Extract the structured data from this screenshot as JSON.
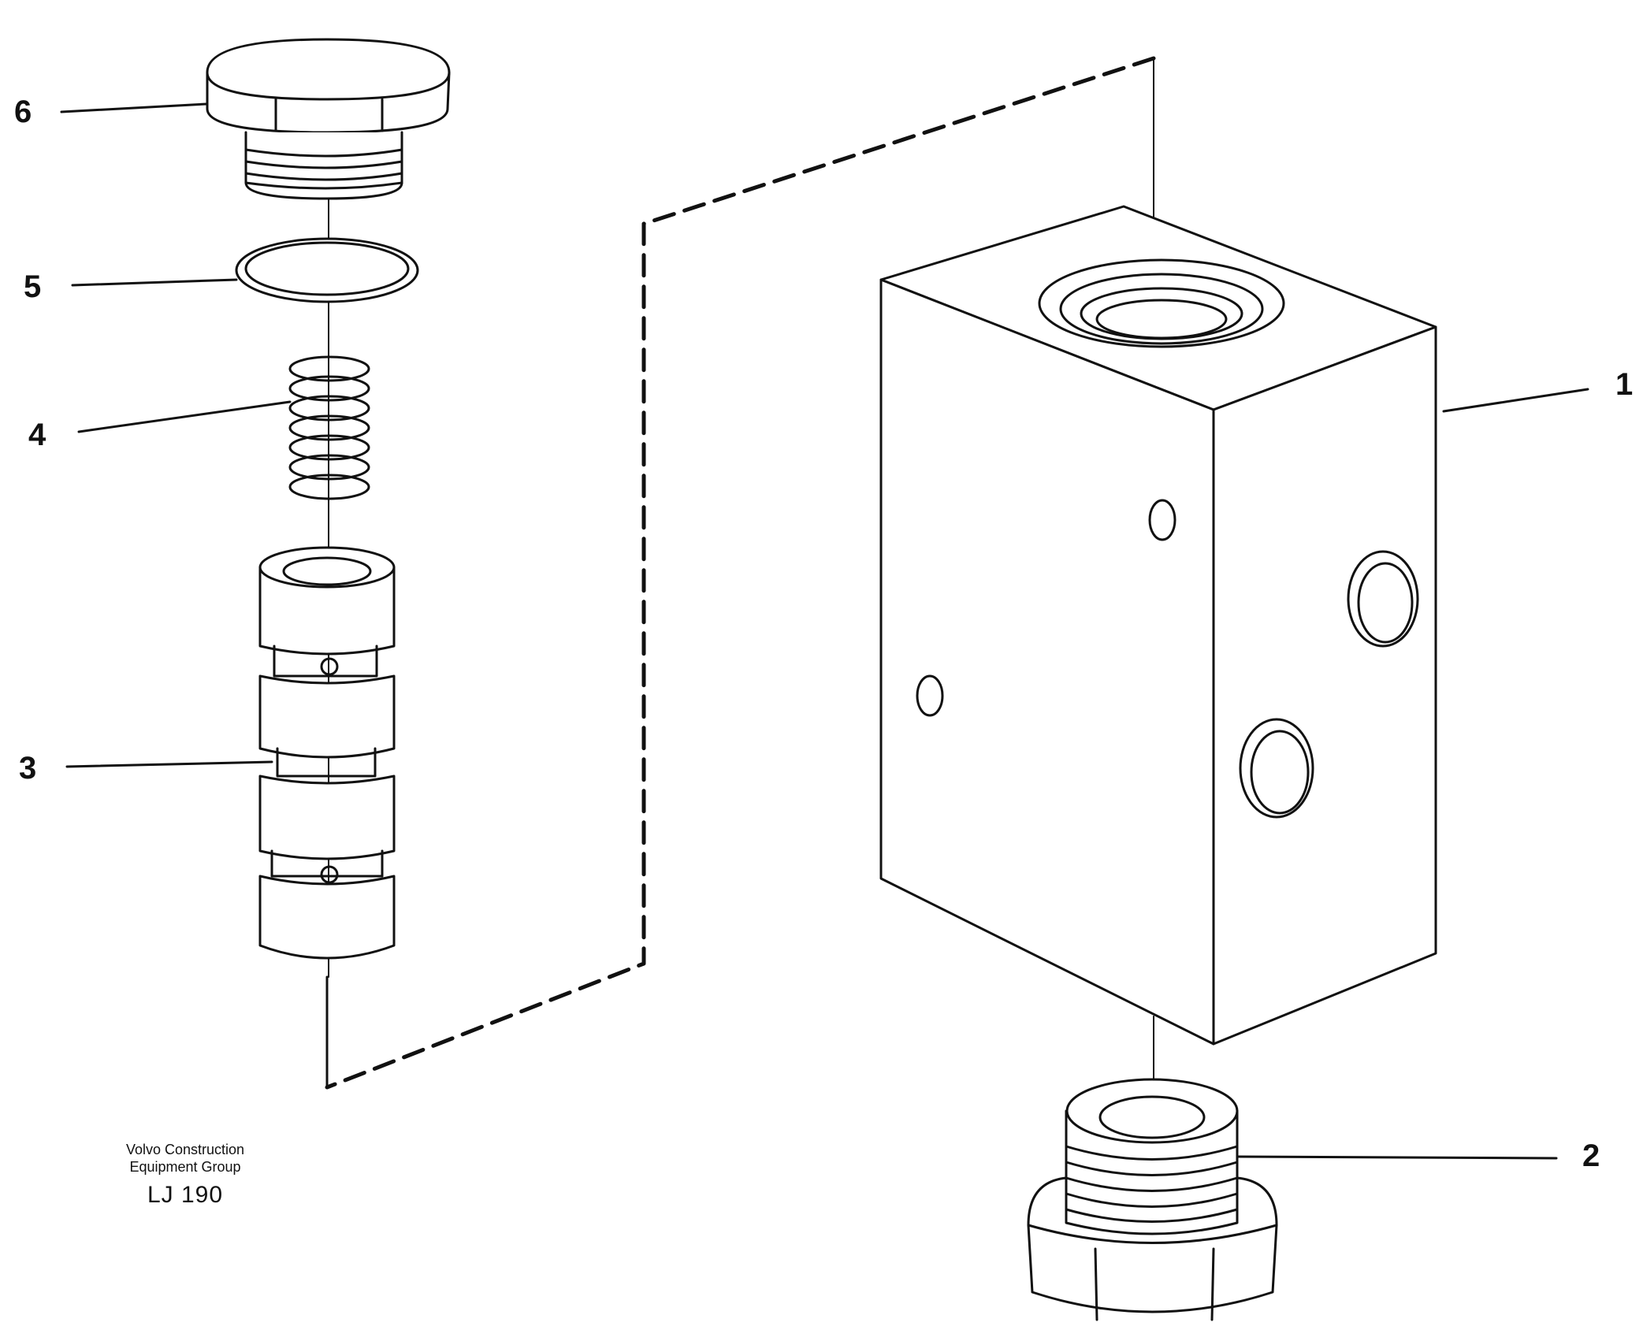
{
  "diagram": {
    "callouts": [
      {
        "id": "1",
        "label": "1"
      },
      {
        "id": "2",
        "label": "2"
      },
      {
        "id": "3",
        "label": "3"
      },
      {
        "id": "4",
        "label": "4"
      },
      {
        "id": "5",
        "label": "5"
      },
      {
        "id": "6",
        "label": "6"
      }
    ]
  },
  "credit": {
    "line1": "Volvo Construction",
    "line2": "Equipment Group",
    "code": "LJ 190"
  },
  "colors": {
    "ink": "#111111",
    "paper": "#ffffff"
  }
}
